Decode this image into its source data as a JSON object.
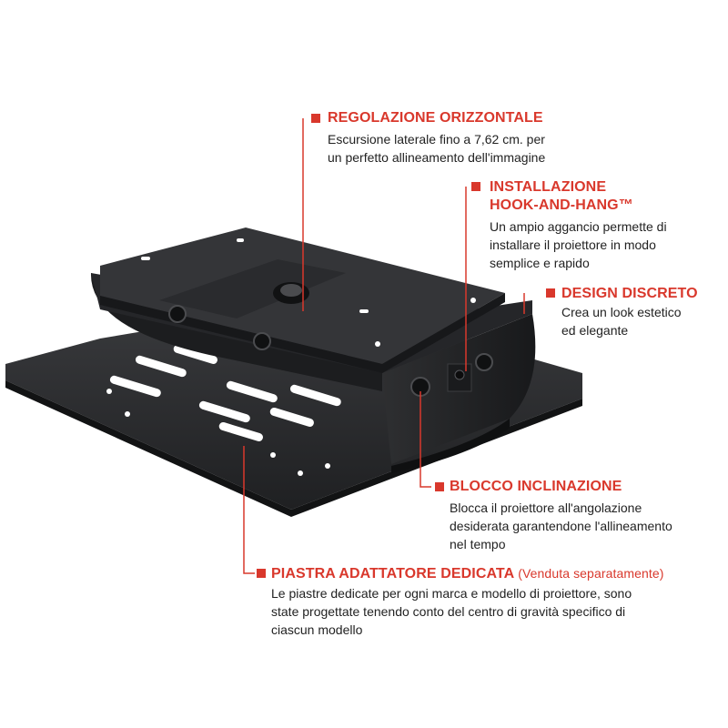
{
  "colors": {
    "accent": "#d9382c",
    "text": "#222222",
    "product": "#2b2c2e"
  },
  "callouts": {
    "horizontal": {
      "title": "REGOLAZIONE ORIZZONTALE",
      "lines": [
        "Escursione laterale fino a 7,62 cm. per",
        "un perfetto allineamento dell'immagine"
      ]
    },
    "hook": {
      "title_1": "INSTALLAZIONE",
      "title_2": "HOOK-AND-HANG™",
      "lines": [
        "Un ampio aggancio permette di",
        "installare il proiettore in modo",
        "semplice e rapido"
      ]
    },
    "design": {
      "title": "DESIGN DISCRETO",
      "lines": [
        "Crea un look estetico",
        "ed elegante"
      ]
    },
    "tilt": {
      "title": "BLOCCO INCLINAZIONE",
      "lines": [
        "Blocca il proiettore all'angolazione",
        "desiderata garantendone l'allineamento",
        "nel tempo"
      ]
    },
    "plate": {
      "title": "PIASTRA ADATTATORE DEDICATA",
      "note": "(Venduta separatamente)",
      "lines": [
        "Le piastre dedicate per ogni marca e modello di proiettore, sono",
        "state progettate tenendo conto del centro di gravità specifico di",
        "ciascun modello"
      ]
    }
  }
}
